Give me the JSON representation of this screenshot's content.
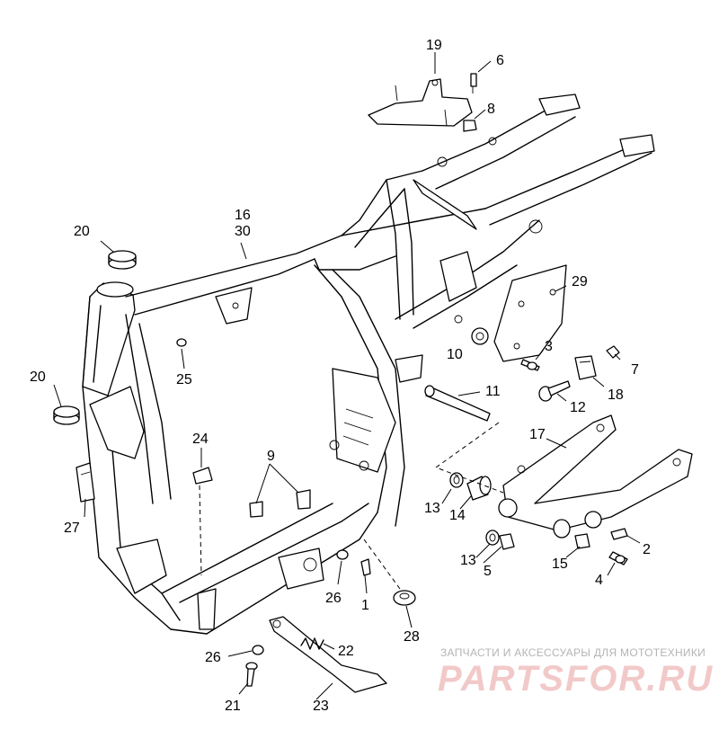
{
  "labels": {
    "l1": "1",
    "l2": "2",
    "l3": "3",
    "l4": "4",
    "l5": "5",
    "l6": "6",
    "l7": "7",
    "l8": "8",
    "l9": "9",
    "l10": "10",
    "l11": "11",
    "l12": "12",
    "l13a": "13",
    "l13b": "13",
    "l14": "14",
    "l15": "15",
    "l16": "16",
    "l17": "17",
    "l18": "18",
    "l19": "19",
    "l20a": "20",
    "l20b": "20",
    "l21": "21",
    "l22": "22",
    "l23": "23",
    "l24": "24",
    "l25": "25",
    "l26a": "26",
    "l26b": "26",
    "l27": "27",
    "l28": "28",
    "l29": "29",
    "l30": "30"
  },
  "watermark": {
    "caption": "ЗАПЧАСТИ И АКСЕССУАРЫ ДЛЯ МОТОТЕХНИКИ",
    "logo": "PARTSFOR.RU"
  }
}
